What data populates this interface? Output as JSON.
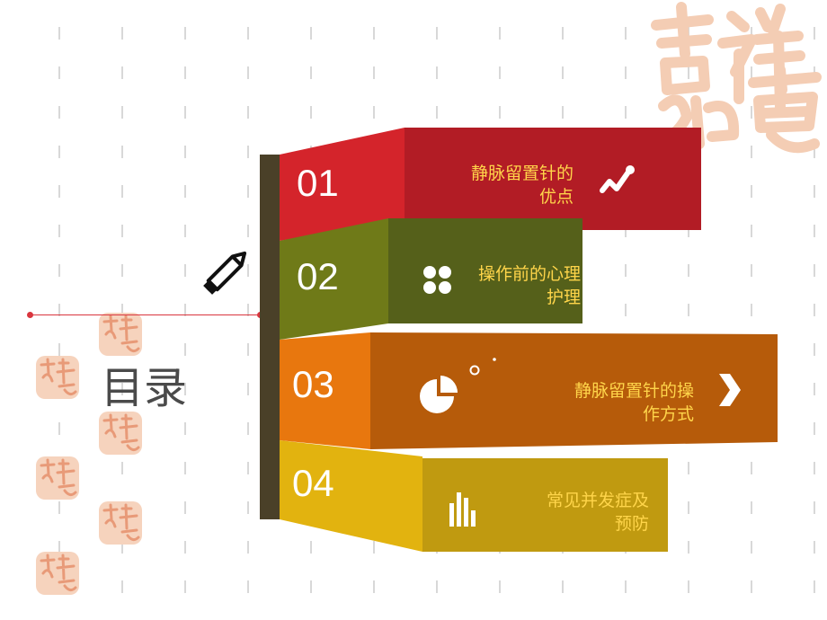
{
  "title": "目录",
  "watermark": "吉祥如意",
  "items": [
    {
      "number": "01",
      "label_line1": "静脉留置针的",
      "label_line2": "优点",
      "icon": "line-chart-icon"
    },
    {
      "number": "02",
      "label_line1": "操作前的心理",
      "label_line2": "护理",
      "icon": "four-dots-icon"
    },
    {
      "number": "03",
      "label_line1": "静脉留置针的操",
      "label_line2": "作方式",
      "icon": "pie-chart-icon"
    },
    {
      "number": "04",
      "label_line1": "常见并发症及",
      "label_line2": "预防",
      "icon": "bar-chart-icon"
    }
  ],
  "colors": {
    "red": "#d4242b",
    "red_dark": "#b21c25",
    "olive": "#6f7a18",
    "olive_dark": "#55601a",
    "orange": "#e8770e",
    "orange_dark": "#b65b0a",
    "yellow": "#e2b30f",
    "yellow_dark": "#c09a10",
    "pole": "#4a4028",
    "accent_line": "#d9363e",
    "label_text": "#ffd54a"
  }
}
